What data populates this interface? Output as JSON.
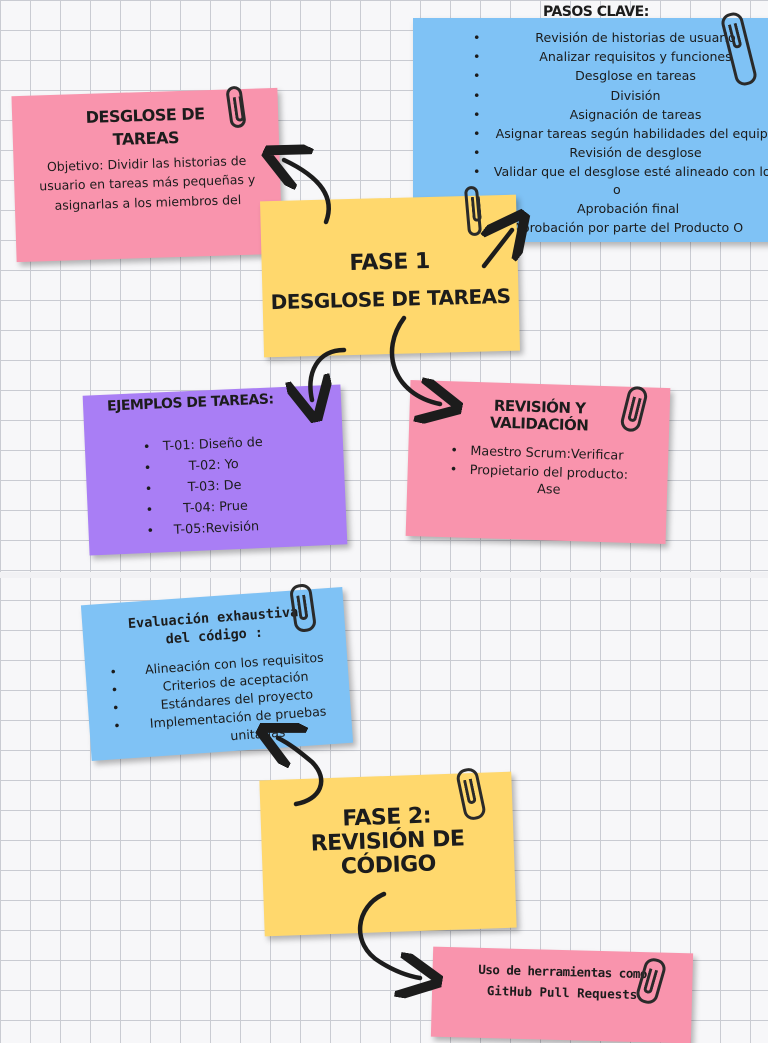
{
  "fase1": {
    "title_line1": "FASE 1",
    "title_line2": "DESGLOSE DE TAREAS"
  },
  "desglose": {
    "title_line1": "DESGLOSE DE",
    "title_line2": "TAREAS",
    "text": "Objetivo: Dividir las historias de usuario en tareas más pequeñas y asignarlas a los miembros del"
  },
  "pasos": {
    "title": "PASOS CLAVE:",
    "items": [
      "Revisión de historias de usuario",
      "Analizar requisitos y funciones",
      "Desglose en tareas",
      "División",
      "Asignación de tareas",
      "Asignar tareas según habilidades del equipo",
      "Revisión de desglose",
      "Validar que el desglose esté alineado con los"
    ],
    "extra_lines": [
      "o",
      "Aprobación final",
      "Aprobación por parte del Producto O"
    ]
  },
  "ejemplos": {
    "title": "EJEMPLOS DE TAREAS:",
    "items": [
      "T-01: Diseño de",
      "T-02: Yo",
      "T-03: De",
      "T-04: Prue",
      "T-05:Revisión"
    ]
  },
  "revision": {
    "title_line1": "REVISIÓN Y",
    "title_line2": "VALIDACIÓN",
    "items": [
      "Maestro Scrum:Verificar",
      "Propietario del producto:"
    ],
    "extra": "Ase"
  },
  "evaluacion": {
    "title_line1": "Evaluación exhaustiva",
    "title_line2": "del código :",
    "items": [
      "Alineación con los requisitos",
      "Criterios de aceptación",
      "Estándares del proyecto",
      "Implementación de pruebas"
    ],
    "extra": "unitarias"
  },
  "fase2": {
    "line1": "FASE 2:",
    "line2": "REVISIÓN DE",
    "line3": "CÓDIGO"
  },
  "herramientas": {
    "line1": "Uso de herramientas como",
    "line2": "GitHub Pull Requests"
  },
  "colors": {
    "pink": "#f994ad",
    "blue": "#7fc2f5",
    "yellow": "#ffd86d",
    "purple": "#a97ef5"
  }
}
